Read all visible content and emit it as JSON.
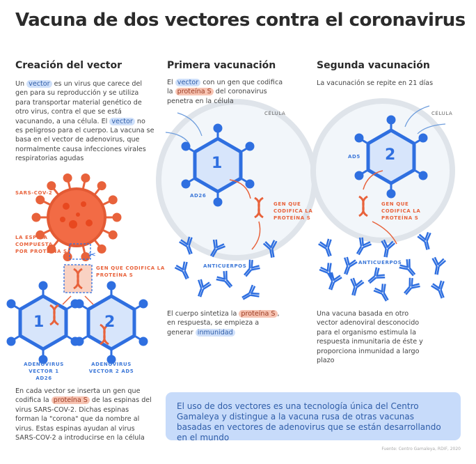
{
  "title": "Vacuna de dos vectores contra el coronavirus",
  "col1": {
    "heading": "Creación del vector",
    "intro": [
      "Un ",
      "vector",
      " es un virus que carece del gen para su reproducción y se utiliza para transportar material genético de otro virus, contra el que se está vacunando, a una célula. El ",
      "vector",
      " no es peligroso para el cuerpo. La vacuna se basa en el vector de adenovirus, que normalmente causa infecciones virales respiratorias agudas"
    ],
    "sars_label": "SARS-COV-2",
    "spike_label": "LA ESPINA COMPUESTA POR PROTEÍNA S",
    "gene_label": "GEN QUE CODIFICA LA PROTEÍNA S",
    "vector1_label": "ADENOVIRUS VECTOR 1 AD26",
    "vector2_label": "ADENOVIRUS VECTOR 2 AD5",
    "vector1_num": "1",
    "vector2_num": "2",
    "outro": [
      "En cada vector se inserta un gen que codifica la ",
      "proteína S",
      " de las espinas del virus SARS-COV-2. Dichas espinas forman la \"corona\" que da nombre al virus. Estas espinas ayudan al virus SARS-COV-2 a introducirse en la célula"
    ]
  },
  "col2": {
    "heading": "Primera vacunación",
    "intro": [
      "El ",
      "vector",
      " con un gen que codifica la ",
      "proteína S",
      " del coronavirus penetra en la célula"
    ],
    "cell_label": "CÉLULA",
    "vector_label": "AD26",
    "vector_num": "1",
    "gene_label": "GEN QUE CODIFICA LA PROTEÍNA S",
    "antibodies_label": "ANTICUERPOS",
    "outro": [
      "El cuerpo sintetiza la ",
      "proteína S",
      ", en respuesta, se empieza a generar ",
      "inmunidad"
    ]
  },
  "col3": {
    "heading": "Segunda vacunación",
    "intro": "La vacunación se repite en 21 días",
    "cell_label": "CÉLULA",
    "vector_label": "AD5",
    "vector_num": "2",
    "gene_label": "GEN QUE CODIFICA LA PROTEÍNA S",
    "antibodies_label": "ANTICUERPOS",
    "outro": "Una vacuna basada en otro vector adenoviral desconocido para el organismo estimula la respuesta inmunitaria de éste y proporciona inmunidad a largo plazo"
  },
  "callout": "El uso de dos vectores es una tecnología única del Centro Gamaleya y distingue a la vacuna rusa de otras vacunas basadas en vectores de adenovirus que se están desarrollando en el mundo",
  "source": "Fuente: Centro Gamaleya, RDIF, 2020",
  "colors": {
    "blue": "#2f6fe0",
    "orange": "#e8623b",
    "callout_bg": "#c7dbfa"
  }
}
